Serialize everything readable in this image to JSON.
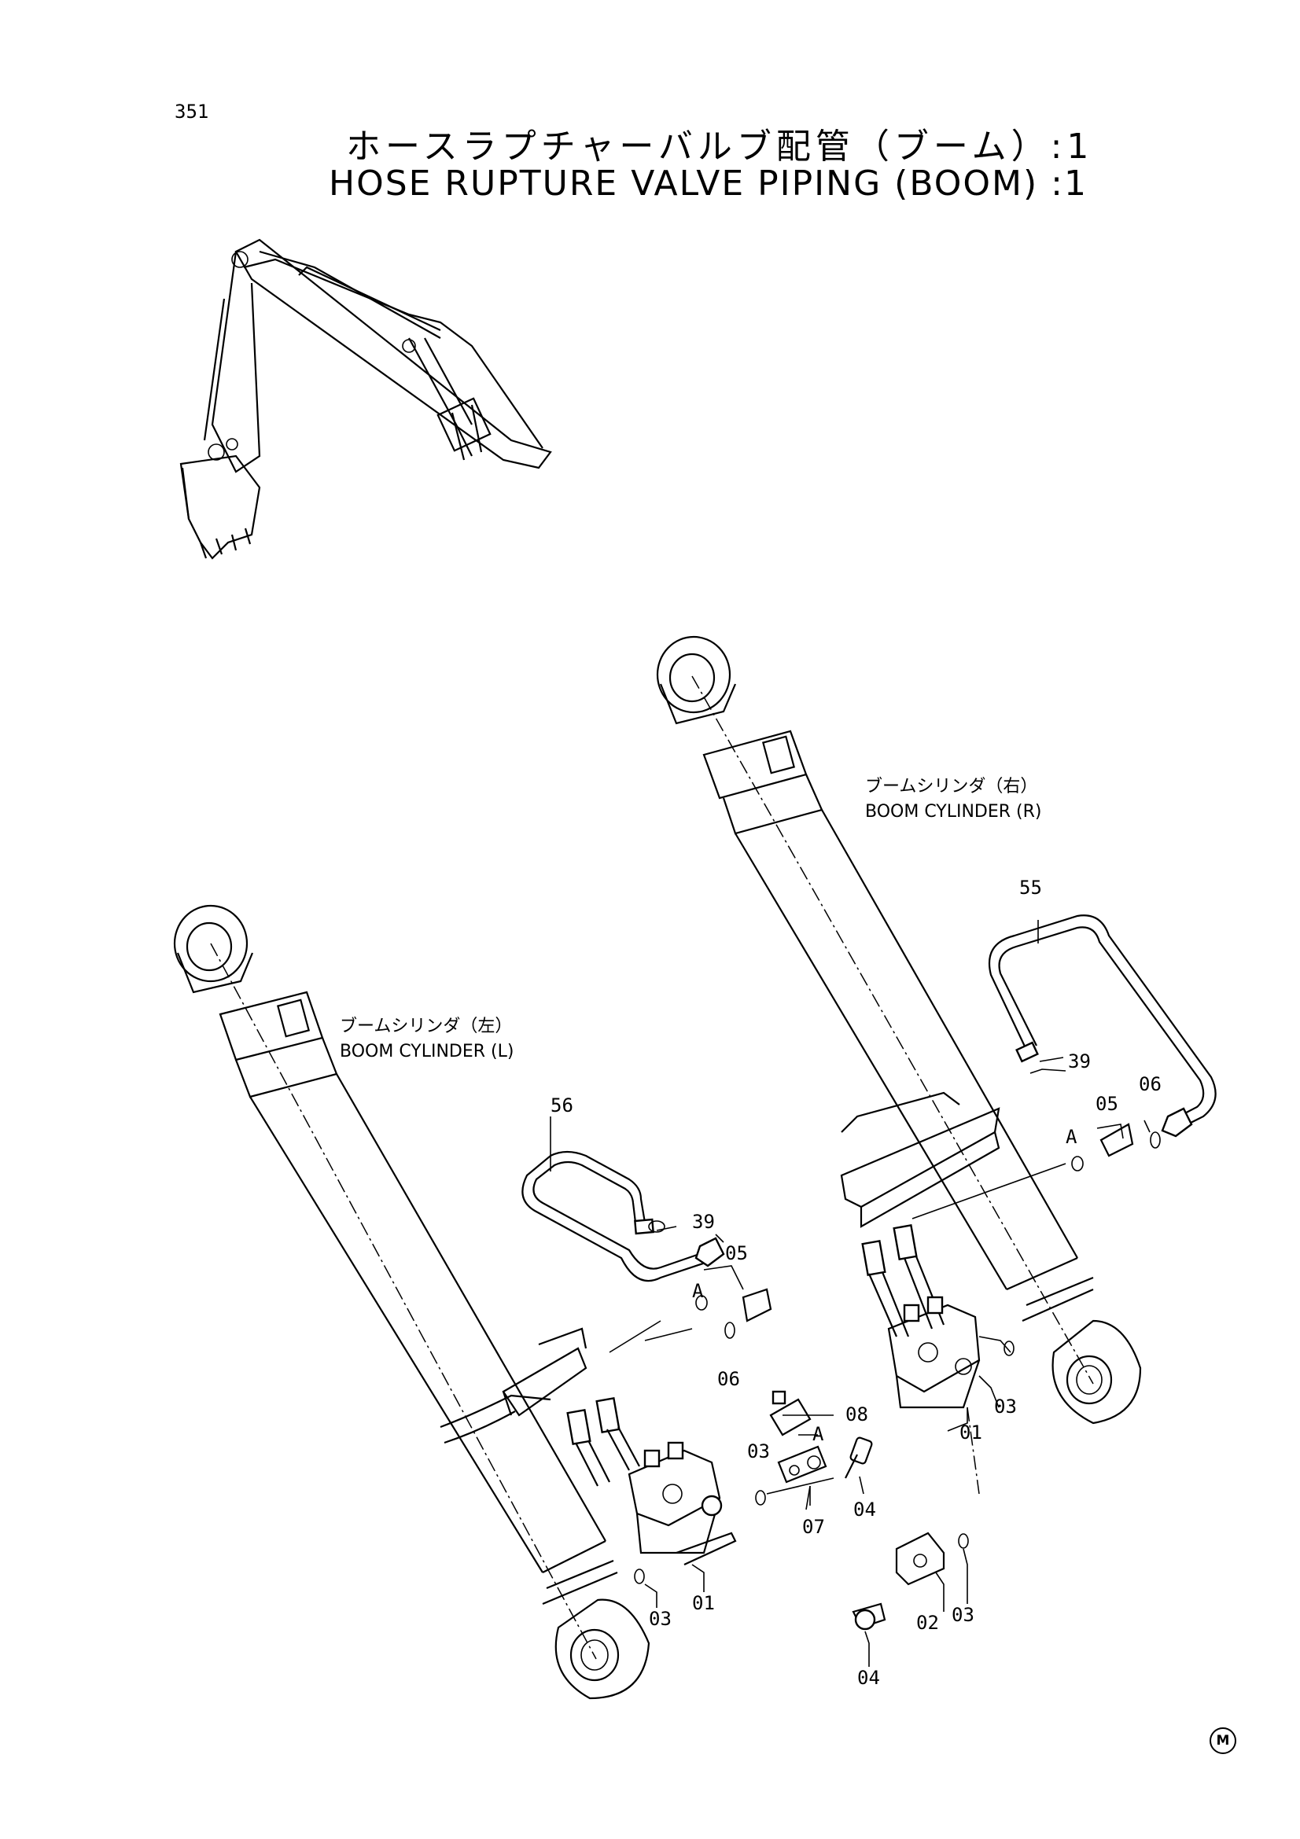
{
  "page_number": "351",
  "title_jp": "ホースラプチャーバルブ配管（ブーム）:1",
  "title_en": "HOSE RUPTURE VALVE PIPING (BOOM) :1",
  "cylinders": {
    "right": {
      "jp": "ブームシリンダ（右）",
      "en": "BOOM CYLINDER (R)"
    },
    "left": {
      "jp": "ブームシリンダ（左）",
      "en": "BOOM CYLINDER (L)"
    }
  },
  "callouts": {
    "c55": "55",
    "c39_r": "39",
    "c06_r": "06",
    "c05_r": "05",
    "cA_r": "A",
    "c03_r": "03",
    "c01_r": "01",
    "c56": "56",
    "c39_l": "39",
    "c05_l": "05",
    "cA_l": "A",
    "c06_l": "06",
    "c08": "08",
    "cA_mid": "A",
    "c03_mid": "03",
    "c04_mid": "04",
    "c07": "07",
    "c03_l": "03",
    "c01_l": "01",
    "c02": "02",
    "c03_low": "03",
    "c04_low": "04"
  },
  "mark": "M"
}
